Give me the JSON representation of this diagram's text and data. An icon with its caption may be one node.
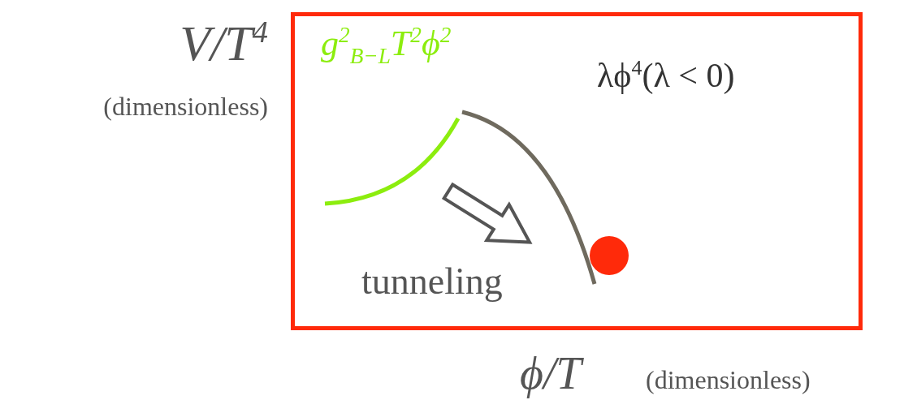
{
  "diagram": {
    "nodes": [
      {
        "text": [
          "g$^{2}$$_{B−L}$T$^{2}$ϕ$^{2}$",
          "λϕ$^{4}$(λ < 0)",
          "tunneling"
        ]
      }
    ],
    "labels": [
      "V/T$^{4}$",
      "(dimensionless)",
      "ϕ/T",
      "(dimensionless)"
    ]
  }
}
